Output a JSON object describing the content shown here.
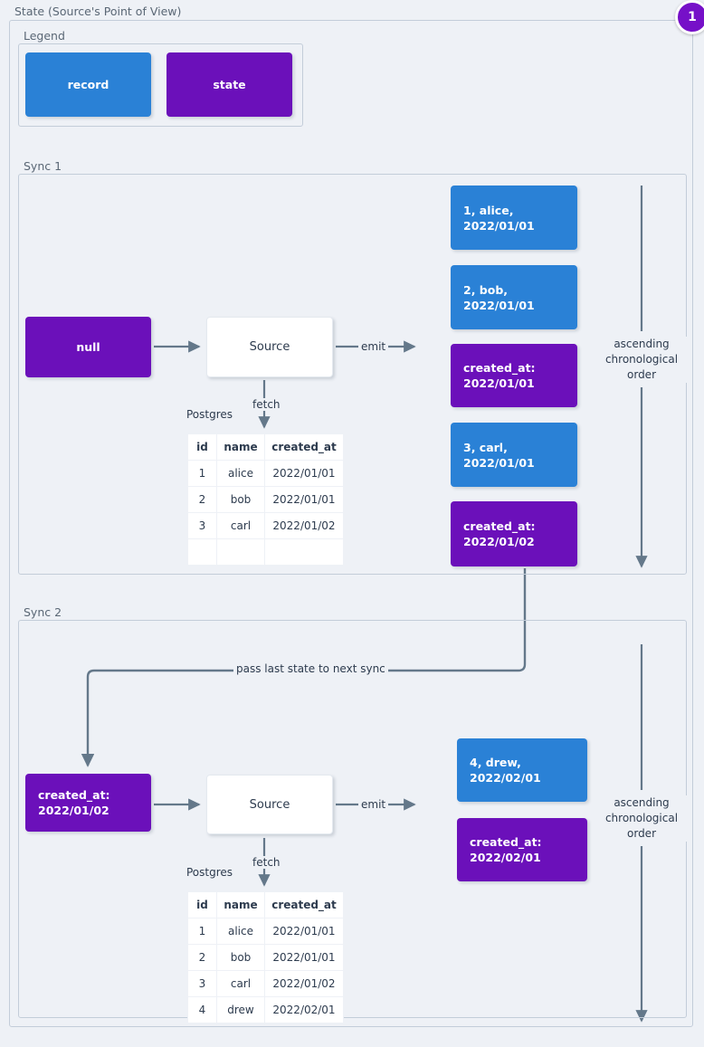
{
  "root": {
    "title": "State (Source's Point of View)",
    "step_badge": "1"
  },
  "legend": {
    "title": "Legend",
    "items": [
      {
        "label": "record",
        "color": "#2a81d6"
      },
      {
        "label": "state",
        "color": "#6b10ba"
      }
    ]
  },
  "edges": {
    "emit": "emit",
    "fetch": "fetch",
    "pass_state": "pass last state to next sync",
    "order": "ascending\nchronological\norder",
    "order_line1": "ascending",
    "order_line2": "chronological",
    "order_line3": "order"
  },
  "sync1": {
    "title": "Sync 1",
    "input_state": "null",
    "processor": "Source",
    "db_label": "Postgres",
    "table": {
      "columns": [
        "id",
        "name",
        "created_at"
      ],
      "rows": [
        [
          "1",
          "alice",
          "2022/01/01"
        ],
        [
          "2",
          "bob",
          "2022/01/01"
        ],
        [
          "3",
          "carl",
          "2022/01/02"
        ],
        [
          "",
          "",
          ""
        ]
      ]
    },
    "emitted": [
      {
        "kind": "record",
        "text": "1, alice, 2022/01/01"
      },
      {
        "kind": "record",
        "text": "2, bob, 2022/01/01"
      },
      {
        "kind": "state",
        "line1": "created_at:",
        "line2": "2022/01/01"
      },
      {
        "kind": "record",
        "text": "3, carl, 2022/01/01"
      },
      {
        "kind": "state",
        "line1": "created_at:",
        "line2": "2022/01/02"
      }
    ]
  },
  "sync2": {
    "title": "Sync 2",
    "input_state_line1": "created_at:",
    "input_state_line2": "2022/01/02",
    "processor": "Source",
    "db_label": "Postgres",
    "table": {
      "columns": [
        "id",
        "name",
        "created_at"
      ],
      "rows": [
        [
          "1",
          "alice",
          "2022/01/01"
        ],
        [
          "2",
          "bob",
          "2022/01/01"
        ],
        [
          "3",
          "carl",
          "2022/01/02"
        ],
        [
          "4",
          "drew",
          "2022/02/01"
        ]
      ]
    },
    "emitted": [
      {
        "kind": "record",
        "text": "4, drew, 2022/02/01"
      },
      {
        "kind": "state",
        "line1": "created_at:",
        "line2": "2022/02/01"
      }
    ]
  }
}
